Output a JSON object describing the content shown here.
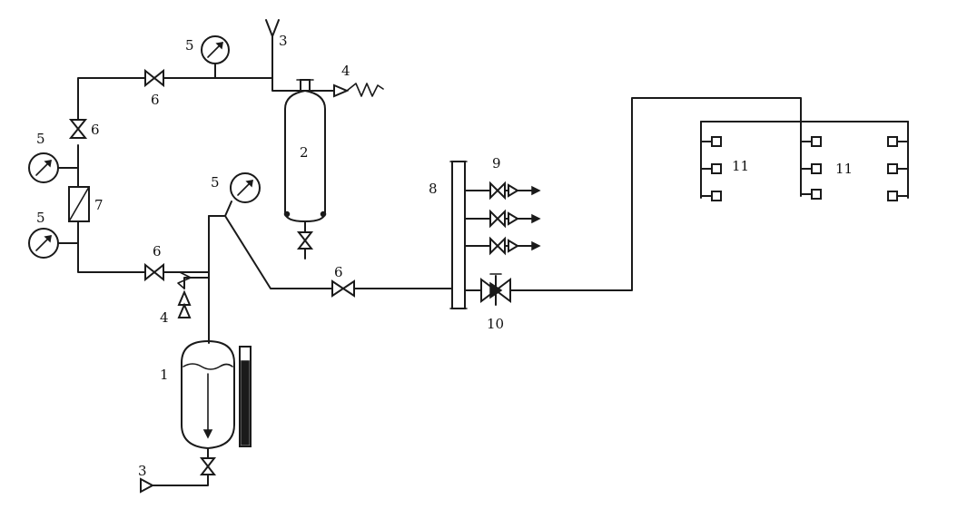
{
  "diagram": {
    "labels": [
      {
        "id": "tank-1",
        "text": "1"
      },
      {
        "id": "cylinder-2",
        "text": "2"
      },
      {
        "id": "inlet-3-top",
        "text": "3"
      },
      {
        "id": "inlet-3-bottom",
        "text": "3"
      },
      {
        "id": "relief-4-top",
        "text": "4"
      },
      {
        "id": "relief-4-left",
        "text": "4"
      },
      {
        "id": "gauge-5-top",
        "text": "5"
      },
      {
        "id": "gauge-5-left-upper",
        "text": "5"
      },
      {
        "id": "gauge-5-left-lower",
        "text": "5"
      },
      {
        "id": "gauge-5-center",
        "text": "5"
      },
      {
        "id": "valve-6-top",
        "text": "6"
      },
      {
        "id": "valve-6-left",
        "text": "6"
      },
      {
        "id": "valve-6-lower",
        "text": "6"
      },
      {
        "id": "valve-6-right",
        "text": "6"
      },
      {
        "id": "filter-7",
        "text": "7"
      },
      {
        "id": "manifold-8",
        "text": "8"
      },
      {
        "id": "outlet-valves-9",
        "text": "9"
      },
      {
        "id": "control-valve-10",
        "text": "10"
      },
      {
        "id": "nozzles-11-left",
        "text": "11"
      },
      {
        "id": "nozzles-11-right",
        "text": "11"
      }
    ]
  }
}
